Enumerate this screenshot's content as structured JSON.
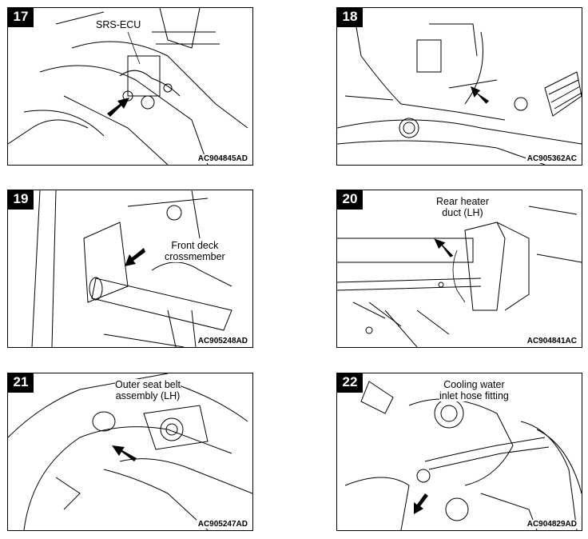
{
  "panels": [
    {
      "number": "17",
      "code": "AC904845AD",
      "label_lines": [
        "SRS-ECU"
      ]
    },
    {
      "number": "18",
      "code": "AC905362AC",
      "label_lines": []
    },
    {
      "number": "19",
      "code": "AC905248AD",
      "label_lines": [
        "Front deck",
        "crossmember"
      ]
    },
    {
      "number": "20",
      "code": "AC904841AC",
      "label_lines": [
        "Rear heater",
        "duct (LH)"
      ]
    },
    {
      "number": "21",
      "code": "AC905247AD",
      "label_lines": [
        "Outer seat belt",
        "assembly (LH)"
      ]
    },
    {
      "number": "22",
      "code": "AC904829AD",
      "label_lines": [
        "Cooling water",
        "inlet hose fitting"
      ]
    }
  ]
}
